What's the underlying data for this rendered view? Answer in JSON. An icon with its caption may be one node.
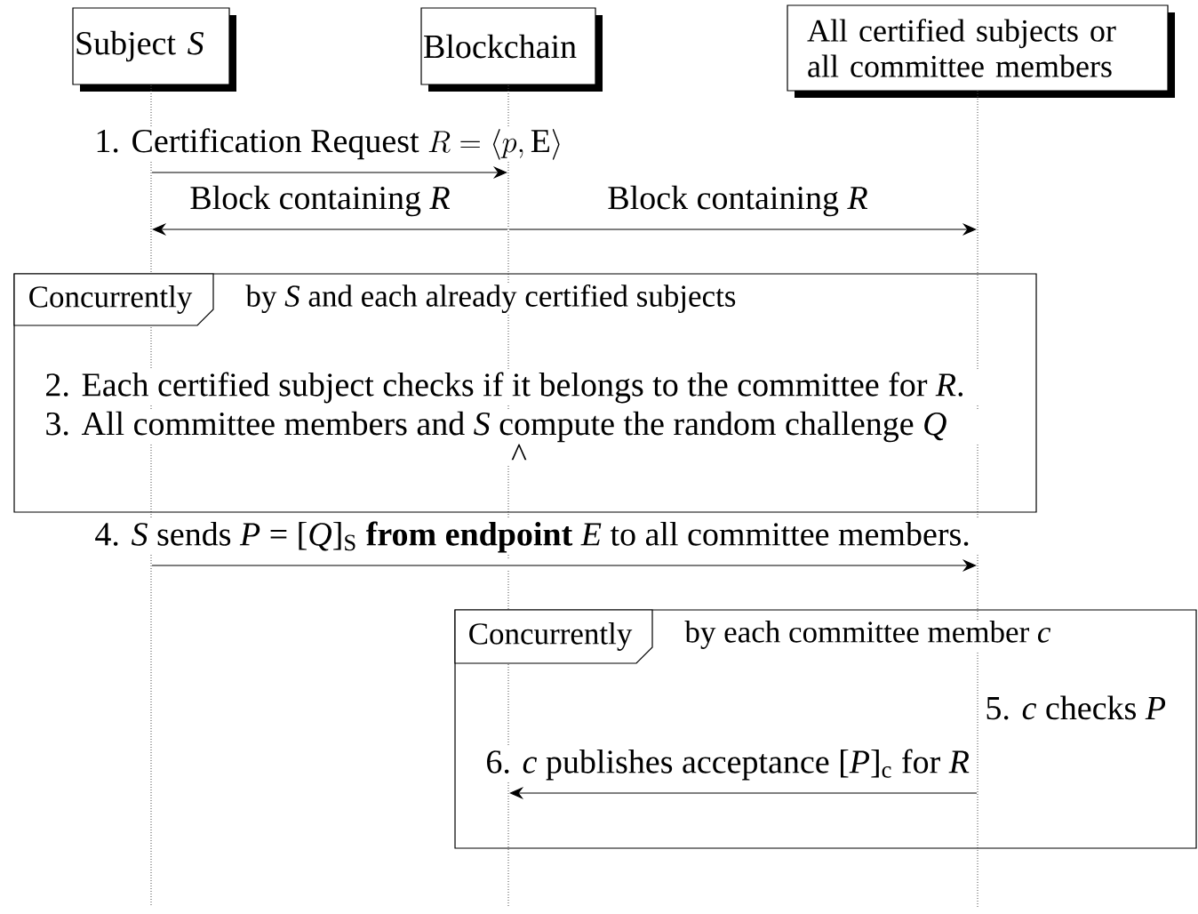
{
  "diagram": {
    "nodes": [
      {
        "text": [
          "Subject *S*"
        ]
      },
      {
        "text": [
          "Blockchain"
        ]
      },
      {
        "text": [
          "All certified subjects or all committee members"
        ]
      },
      {
        "text": [],
        "shape": "line"
      },
      {
        "text": [],
        "shape": "line"
      },
      {
        "text": [],
        "shape": "line"
      },
      {
        "text": [
          "Concurrently",
          "by *S* and each already certified subjects"
        ]
      },
      {
        "text": [
          "Concurrently",
          "by each committee member *c*"
        ]
      }
    ],
    "edges": [
      {
        "from": 3,
        "to": 4,
        "arrow": "to",
        "label": "\\mbox{1. Certification Request }R = \\langle p,\\mathrm{E}\\rangle"
      },
      {
        "from": 4,
        "to": 3,
        "arrow": "to",
        "label": "Block containing *R*"
      },
      {
        "from": 4,
        "to": 5,
        "arrow": "to",
        "label": "Block containing *R*"
      },
      {
        "from": 3,
        "to": 5,
        "arrow": "to",
        "label": "4. *S* sends *P* = [*Q*]$_{S}$ **from endpoint** *E* to all committee members."
      },
      {
        "from": 5,
        "to": 4,
        "arrow": "to",
        "label": "6. *c* publishes acceptance [*P*]$_{c}$ for *R*"
      }
    ],
    "labels": [
      "2. Each certified subject checks if it belongs to the committee for *R*.",
      "3. All committee members and *S* compute the random challenge *Q*",
      "^",
      "5. *c* checks *P*"
    ]
  }
}
